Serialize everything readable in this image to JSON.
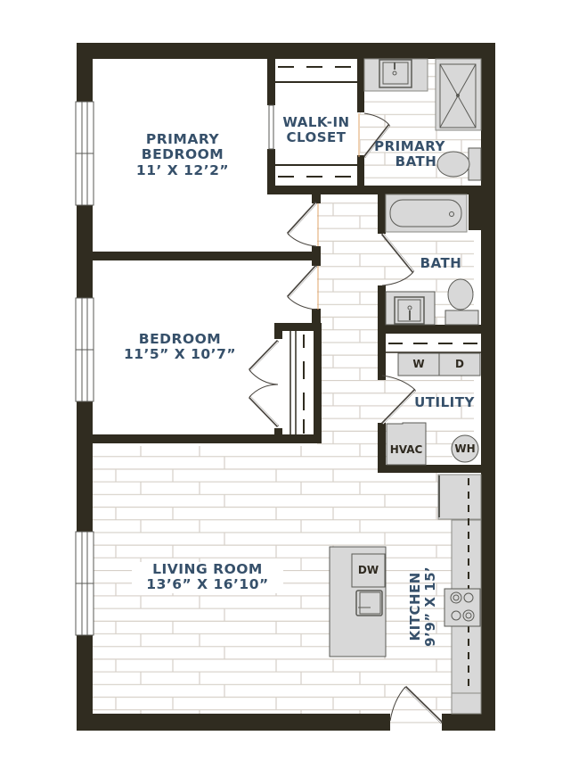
{
  "floor_plan": {
    "colors": {
      "wall": "#302c20",
      "floor_line": "#d6d0c8",
      "fixture_fill": "#d8d8d8",
      "fixture_stroke": "#5a5a55",
      "label": "#36506a",
      "appliance_label": "#2f2a20",
      "door_frame_accent": "#e0a46a"
    },
    "rooms": [
      {
        "id": "primary-bedroom",
        "name": "PRIMARY\nBEDROOM",
        "line1": "PRIMARY",
        "line2": "BEDROOM",
        "dimensions": "11’ X 12’2”"
      },
      {
        "id": "walk-in-closet",
        "line1": "WALK-IN",
        "line2": "CLOSET"
      },
      {
        "id": "primary-bath",
        "line1": "PRIMARY",
        "line2": "BATH"
      },
      {
        "id": "bath",
        "line1": "BATH"
      },
      {
        "id": "bedroom",
        "line1": "BEDROOM",
        "dimensions": "11’5” X 10’7”"
      },
      {
        "id": "utility",
        "line1": "UTILITY"
      },
      {
        "id": "living-room",
        "line1": "LIVING ROOM",
        "dimensions": "13’6” X 16’10”"
      },
      {
        "id": "kitchen",
        "line1": "KITCHEN",
        "dimensions": "9’9” X 15’"
      }
    ],
    "appliances": {
      "washer": "W",
      "dryer": "D",
      "hvac": "HVAC",
      "water_heater": "WH",
      "dishwasher": "DW"
    }
  }
}
